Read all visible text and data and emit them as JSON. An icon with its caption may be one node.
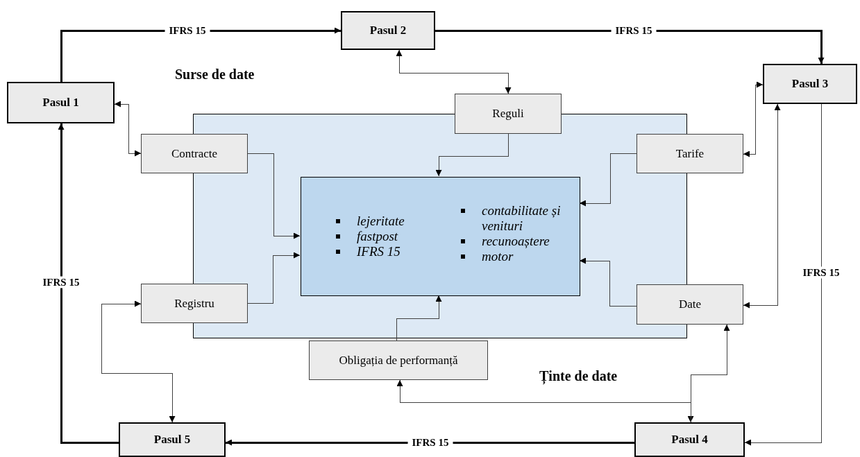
{
  "diagram": {
    "nodes": [
      {
        "text": [
          "Pasul 1"
        ]
      },
      {
        "text": [
          "Pasul 2"
        ]
      },
      {
        "text": [
          "Pasul 3"
        ]
      },
      {
        "text": [
          "Pasul 4"
        ]
      },
      {
        "text": [
          "Pasul 5"
        ]
      },
      {
        "text": [],
        "shape": "box"
      },
      {
        "text": [
          "Reguli"
        ]
      },
      {
        "text": [
          "Contracte"
        ]
      },
      {
        "text": [
          "Tarife"
        ]
      },
      {
        "text": [
          "lejeritate",
          "fastpost",
          "IFRS 15",
          "contabilitate și venituri",
          "recunoaștere",
          "motor"
        ],
        "in": 5
      },
      {
        "text": [
          "Registru"
        ]
      },
      {
        "text": [
          "Date"
        ]
      },
      {
        "text": [
          "Obligația de performanță"
        ]
      }
    ],
    "edges": [
      {
        "from": 0,
        "to": 1,
        "arrow": "to",
        "label": "IFRS 15",
        "style": "thick"
      },
      {
        "from": 1,
        "to": 2,
        "arrow": "to",
        "label": "IFRS 15",
        "style": "thick"
      },
      {
        "from": 2,
        "to": 3,
        "arrow": "to",
        "label": "IFRS 15"
      },
      {
        "from": 3,
        "to": 4,
        "arrow": "to",
        "label": "IFRS 15",
        "style": "thick"
      },
      {
        "from": 4,
        "to": 0,
        "arrow": "to",
        "label": "IFRS 15",
        "style": "thick"
      },
      {
        "from": 0,
        "to": 7,
        "arrow": "both"
      },
      {
        "from": 6,
        "to": 1,
        "arrow": "both"
      },
      {
        "from": 8,
        "to": 2,
        "arrow": "both"
      },
      {
        "from": 11,
        "to": 2,
        "arrow": "both"
      },
      {
        "from": 10,
        "to": 4,
        "arrow": "both"
      },
      {
        "from": 11,
        "to": 3,
        "arrow": "both"
      },
      {
        "from": 3,
        "to": 12,
        "arrow": "to"
      },
      {
        "from": 7,
        "to": 9,
        "arrow": "to"
      },
      {
        "from": 6,
        "to": 9,
        "arrow": "to"
      },
      {
        "from": 8,
        "to": 9,
        "arrow": "to"
      },
      {
        "from": 10,
        "to": 9,
        "arrow": "to"
      },
      {
        "from": 11,
        "to": 9,
        "arrow": "to"
      },
      {
        "from": 12,
        "to": 9,
        "arrow": "to"
      }
    ],
    "labels": [
      "Surse de date",
      "Ținte de date"
    ]
  }
}
